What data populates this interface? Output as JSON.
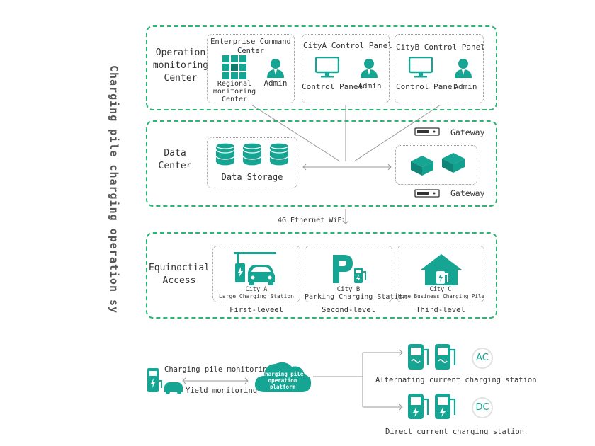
{
  "title": "Charging pile charging operation sy",
  "colors": {
    "teal": "#16a493",
    "green_border": "#2bb673",
    "line": "#9a9a9a"
  },
  "sections": {
    "operation": {
      "label": "Operation monitoring Center",
      "panels": [
        {
          "heading": "Enterprise Command Center",
          "items": [
            {
              "label": "Regional monitoring Center",
              "icon": "grid-icon"
            },
            {
              "label": "Admin",
              "icon": "admin-icon"
            }
          ]
        },
        {
          "heading": "CityA Control Panel",
          "items": [
            {
              "label": "Control Panel",
              "icon": "monitor-icon"
            },
            {
              "label": "Admin",
              "icon": "admin-icon"
            }
          ]
        },
        {
          "heading": "CityB Control Panel",
          "items": [
            {
              "label": "Control Panel",
              "icon": "monitor-icon"
            },
            {
              "label": "Admin",
              "icon": "admin-icon"
            }
          ]
        }
      ]
    },
    "data_center": {
      "label": "Data Center",
      "storage_label": "Data Storage",
      "gateway_top": "Gateway",
      "gateway_bottom": "Gateway"
    },
    "network_label": "4G Ethernet WiFi",
    "access": {
      "label": "Equinoctial Access",
      "stations": [
        {
          "city": "City A",
          "name": "Large Charging Station",
          "level": "First-leveel",
          "icon": "car-charging-icon"
        },
        {
          "city": "City B",
          "name": "Parking Charging Station",
          "level": "Second-level",
          "icon": "parking-icon"
        },
        {
          "city": "City C",
          "name": "Home Business Charging Pile",
          "level": "Third-level",
          "icon": "house-icon"
        }
      ]
    }
  },
  "bottom": {
    "monitor_label": "Charging pile monitoring",
    "yield_label": "Yield monitoring",
    "cloud_label": "Charging pile operation platform",
    "ac_badge": "AC",
    "ac_label": "Alternating current charging station",
    "dc_badge": "DC",
    "dc_label": "Direct current charging station"
  }
}
